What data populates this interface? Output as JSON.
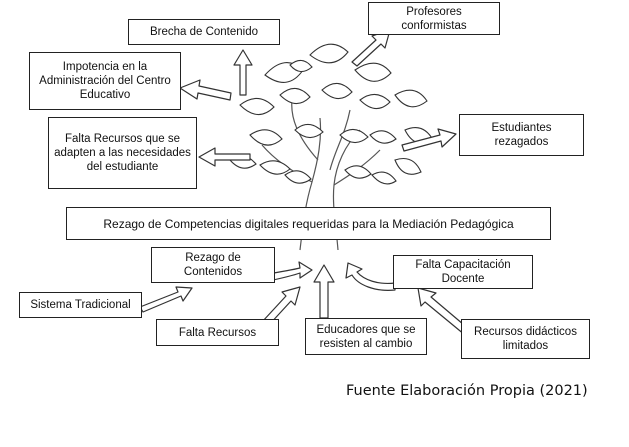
{
  "diagram": {
    "central_bar": "Rezago de Competencias digitales requeridas para la Mediación Pedagógica",
    "top_effects": {
      "brecha": "Brecha de Contenido",
      "profesores": "Profesores conformistas",
      "impotencia": "Impotencia en la Administración del Centro Educativo",
      "falta_recursos_adapten": "Falta Recursos que se adapten a las necesidades del estudiante",
      "estudiantes": "Estudiantes rezagados"
    },
    "bottom_causes": {
      "rezago_contenidos": "Rezago de Contenidos",
      "falta_capacitacion": "Falta Capacitación Docente",
      "sistema_tradicional": "Sistema Tradicional",
      "falta_recursos": "Falta Recursos",
      "educadores": "Educadores que se resisten al cambio",
      "recursos_didacticos": "Recursos didácticos limitados"
    },
    "source": "Fuente Elaboración Propia (2021)"
  }
}
